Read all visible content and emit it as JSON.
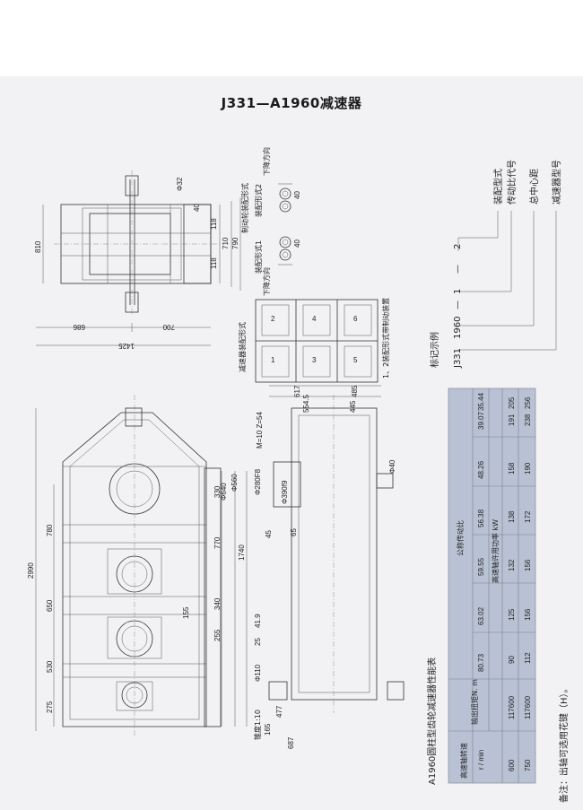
{
  "title": "J331—A1960减速器",
  "marking": {
    "heading": "标记示例",
    "code": [
      "J331",
      "1960",
      "—",
      "1",
      "—",
      "2"
    ],
    "labels": [
      "装配型式",
      "传动比代号",
      "总中心距",
      "减速器型号"
    ]
  },
  "assembly": {
    "heading": "减速器装配形式",
    "numbers": [
      "1",
      "2",
      "3",
      "4",
      "5",
      "6"
    ],
    "note": "1、2装配形式带制动装置"
  },
  "brake": {
    "heading1": "制动轮装配形式",
    "form1": "装配形式1",
    "form2": "装配形式2",
    "down1": "下降方向",
    "down2": "下降方向"
  },
  "dims_top": [
    "Φ32",
    "40",
    "118",
    "118",
    "710",
    "790",
    "810",
    "686",
    "700",
    "1425",
    "40",
    "40"
  ],
  "dims_main": [
    "2990",
    "780",
    "650",
    "530",
    "275",
    "155",
    "330",
    "770",
    "1740",
    "340",
    "255",
    "41.9",
    "25",
    "Φ110",
    "165",
    "477",
    "687",
    "Φ640",
    "Φ560",
    "Φ280F8",
    "Φ390f9",
    "M=10 Z=54",
    "45",
    "65",
    "617",
    "485",
    "554.5",
    "445",
    "Φ40",
    "锥度1:10"
  ],
  "table": {
    "title": "A1960圆柱型齿轮减速器性能表",
    "col_speed": "高速轴转速",
    "col_speed_unit": "r / min",
    "col_torque": "输出扭矩N. m",
    "col_ratio": "公称传动比",
    "col_power": "高速轴许用功率 kW",
    "ratios": [
      "80.73",
      "63.02",
      "59.55",
      "56.38",
      "48.26",
      "39.07",
      "35.44"
    ],
    "rows": [
      {
        "speed": "600",
        "torque": "117600",
        "values": [
          "90",
          "125",
          "132",
          "138",
          "158",
          "191",
          "205"
        ]
      },
      {
        "speed": "750",
        "torque": "117600",
        "values": [
          "112",
          "156",
          "156",
          "172",
          "190",
          "238",
          "256"
        ]
      }
    ]
  },
  "note": "备注：出轴可选用花键（H）。"
}
